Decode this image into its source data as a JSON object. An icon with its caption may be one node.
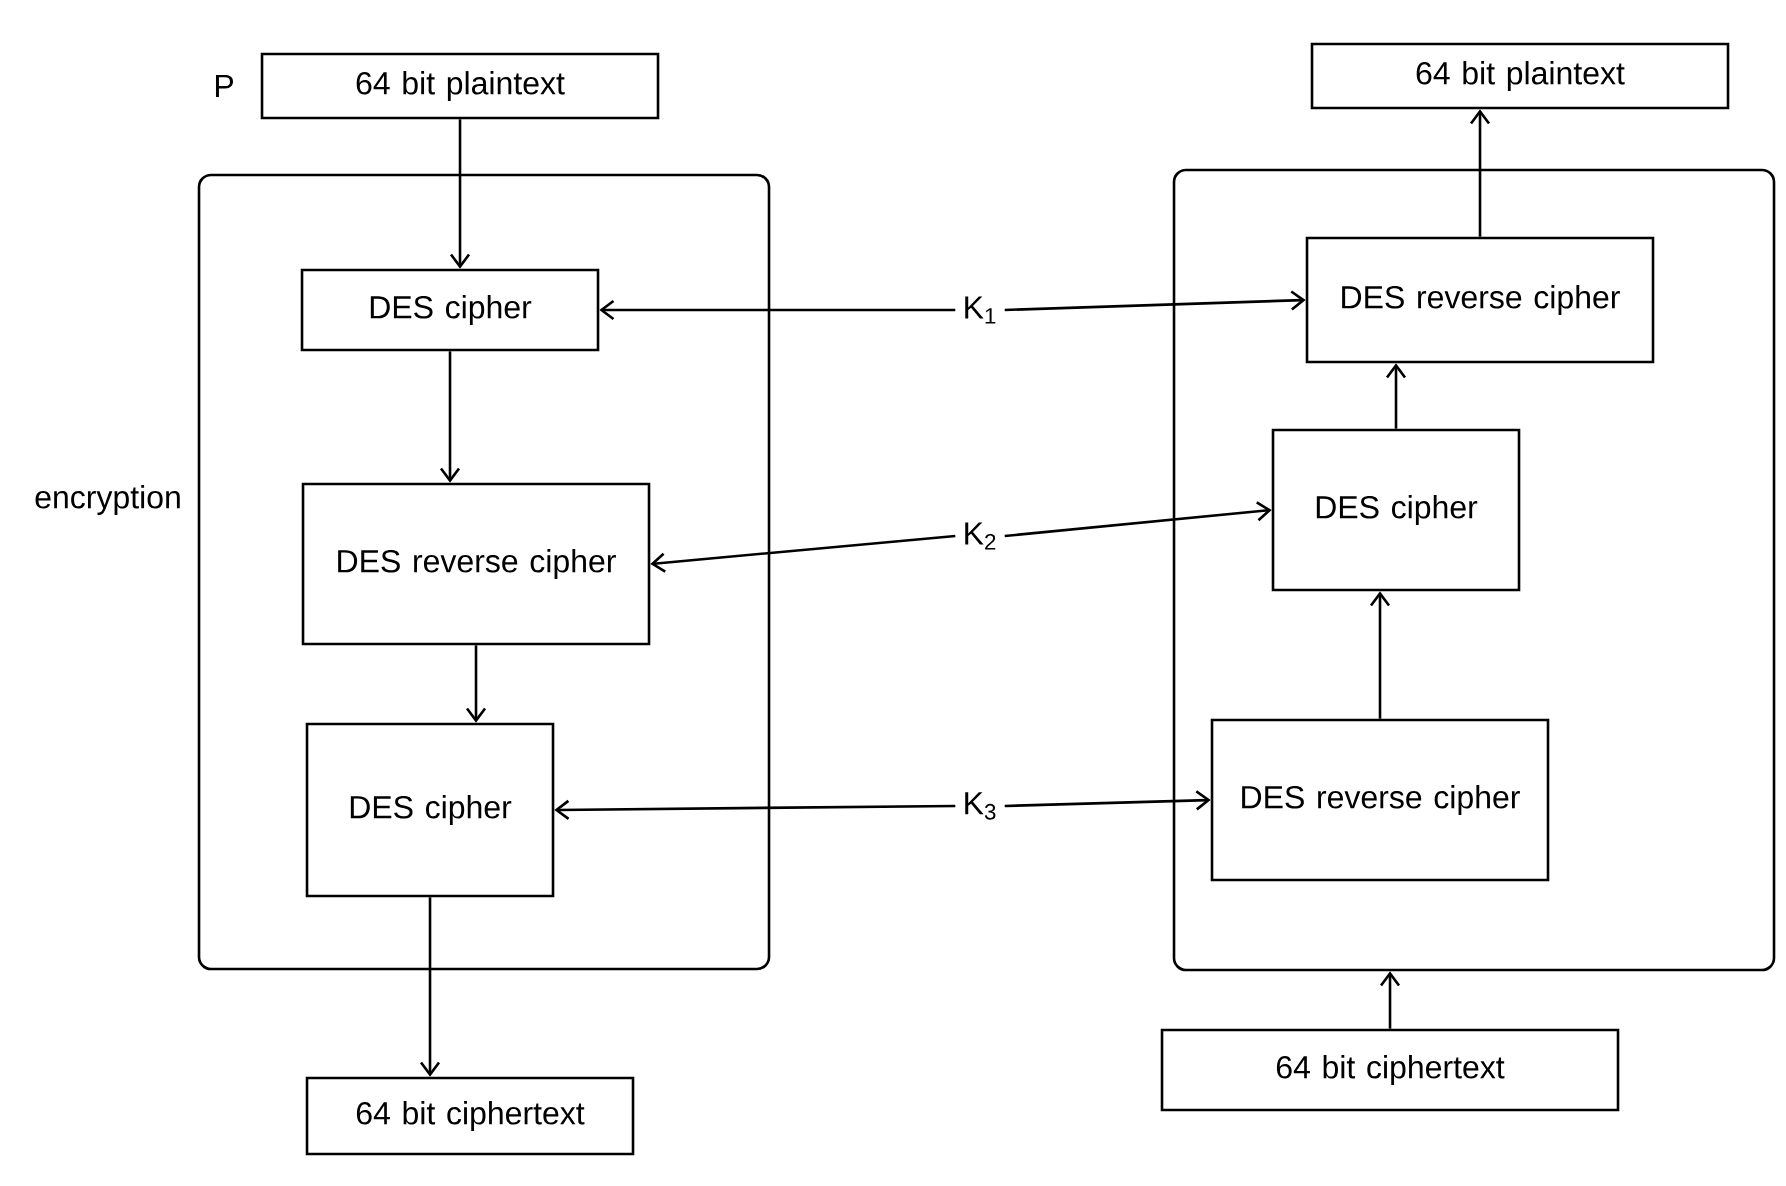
{
  "diagram": {
    "nodes": [
      {
        "text": [
          "64 bit plaintext"
        ],
        "beside": [
          "P"
        ]
      },
      {
        "text": [],
        "shape": "box",
        "beside": [
          "encryption"
        ]
      },
      {
        "text": [
          "DES cipher"
        ],
        "in": 1
      },
      {
        "text": [
          "DES reverse cipher"
        ],
        "in": 1
      },
      {
        "text": [
          "DES cipher"
        ],
        "in": 1
      },
      {
        "text": [
          "64 bit ciphertext"
        ]
      },
      {
        "text": [
          "K$_{1}$"
        ]
      },
      {
        "text": [
          "K$_{2}$"
        ]
      },
      {
        "text": [
          "K$_{3}$"
        ]
      },
      {
        "text": [
          "64 bit plaintext"
        ]
      },
      {
        "text": [],
        "shape": "box"
      },
      {
        "text": [
          "DES reverse cipher"
        ],
        "in": 10
      },
      {
        "text": [
          "DES cipher"
        ],
        "in": 10
      },
      {
        "text": [
          "DES reverse cipher"
        ],
        "in": 10
      },
      {
        "text": [
          "64 bit ciphertext"
        ]
      }
    ],
    "edges": [
      {
        "from": 0,
        "to": 2,
        "arrow": "to"
      },
      {
        "from": 2,
        "to": 3,
        "arrow": "to"
      },
      {
        "from": 3,
        "to": 4,
        "arrow": "to"
      },
      {
        "from": 4,
        "to": 5,
        "arrow": "to"
      },
      {
        "from": 6,
        "to": 2,
        "arrow": "to"
      },
      {
        "from": 6,
        "to": 11,
        "arrow": "to"
      },
      {
        "from": 7,
        "to": 3,
        "arrow": "to"
      },
      {
        "from": 7,
        "to": 12,
        "arrow": "to"
      },
      {
        "from": 8,
        "to": 4,
        "arrow": "to"
      },
      {
        "from": 8,
        "to": 13,
        "arrow": "to"
      },
      {
        "from": 14,
        "to": 10,
        "arrow": "to"
      },
      {
        "from": 13,
        "to": 12,
        "arrow": "to"
      },
      {
        "from": 12,
        "to": 11,
        "arrow": "to"
      },
      {
        "from": 11,
        "to": 9,
        "arrow": "to"
      }
    ]
  }
}
